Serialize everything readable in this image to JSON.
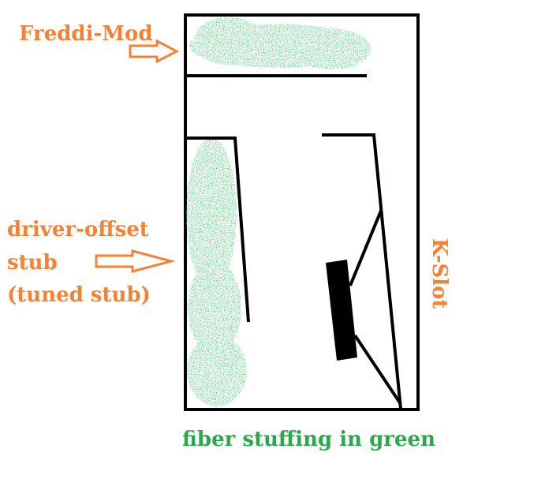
{
  "labels": {
    "freddi_mod": "Freddi-Mod",
    "driver_offset_line1": "driver-offset",
    "driver_offset_line2": "stub",
    "driver_offset_line3": "(tuned stub)",
    "k_slot": "K-Slot",
    "caption": "fiber stuffing in green"
  },
  "colors": {
    "annotation": "#f58232",
    "stuffing": "#2aa84a",
    "caption": "#2aa84a",
    "lines": "#000000"
  }
}
